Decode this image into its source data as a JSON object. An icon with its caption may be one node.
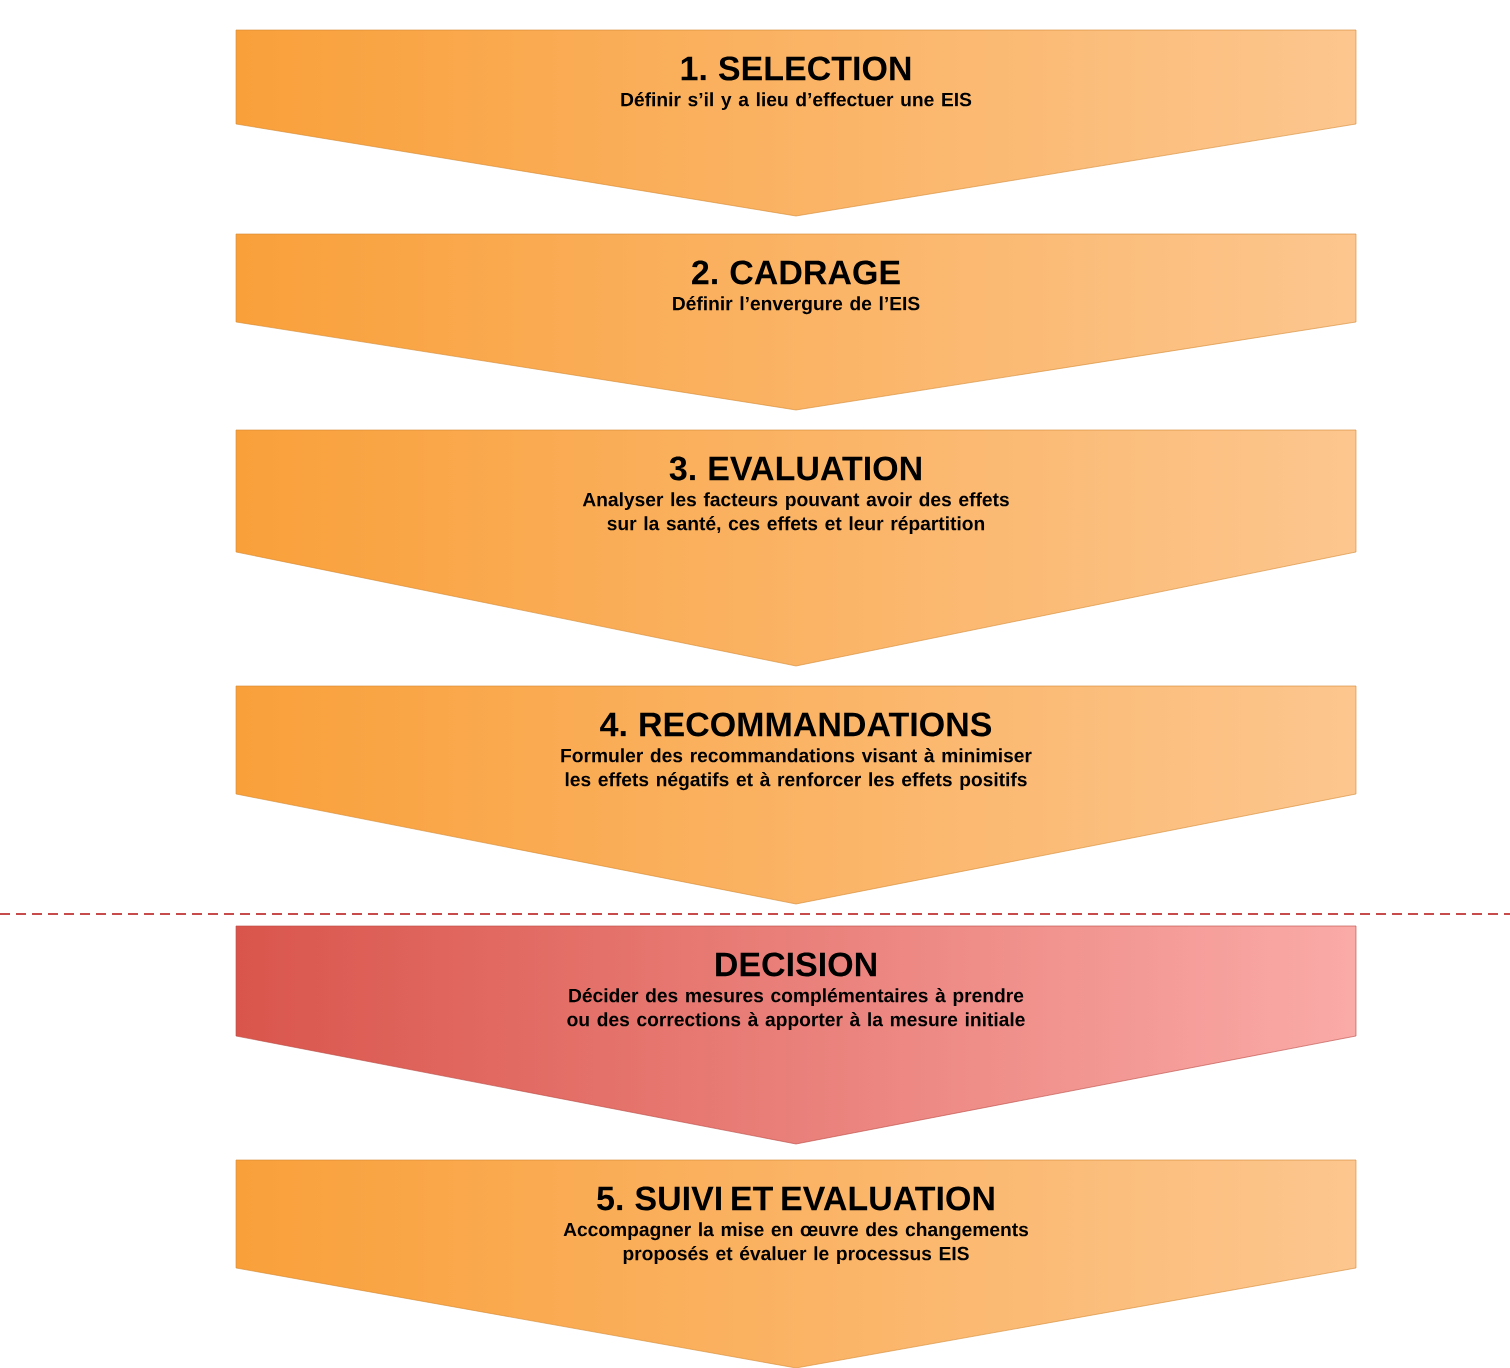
{
  "diagram": {
    "nodes": [
      {
        "text": [
          "1. SELECTION",
          "Définir s’il y a lieu d’effectuer une EIS"
        ]
      },
      {
        "text": [
          "2. CADRAGE",
          "Définir l’envergure de l’EIS"
        ]
      },
      {
        "text": [
          "3. EVALUATION",
          "Analyser les facteurs pouvant avoir des effets sur la santé, ces effets et leur répartition"
        ]
      },
      {
        "text": [
          "4. RECOMMANDATIONS",
          "Formuler des recommandations visant à minimiser les effets négatifs et à renforcer les effets positifs"
        ]
      },
      {
        "text": [
          "DECISION",
          "Décider des mesures complémentaires à prendre ou des corrections à apporter à la mesure initiale"
        ]
      },
      {
        "text": [
          "5. SUIVI ET EVALUATION",
          "Accompagner la mise en œuvre des changements proposés et évaluer le processus EIS"
        ]
      }
    ]
  }
}
